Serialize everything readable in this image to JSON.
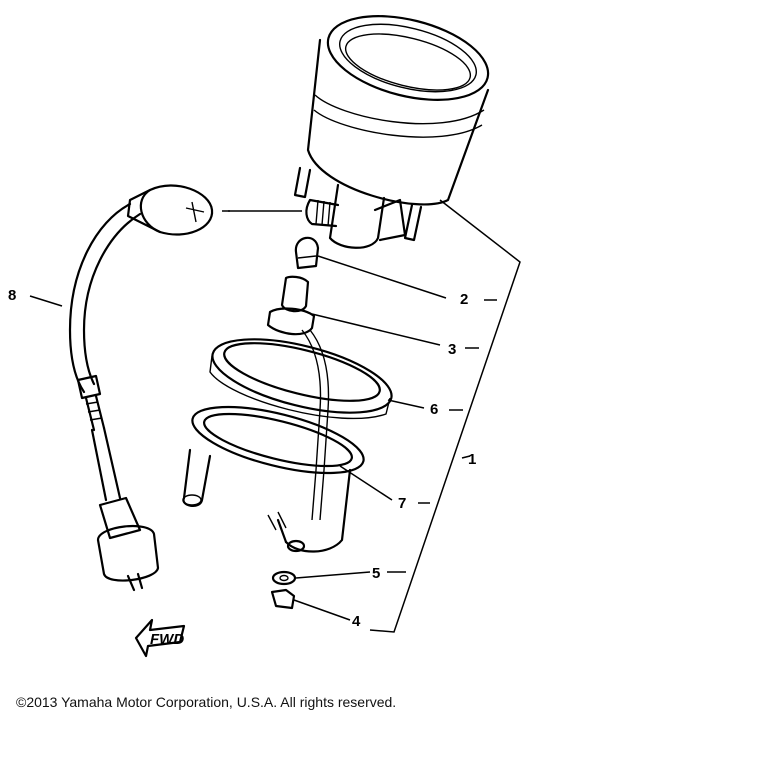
{
  "parts": {
    "p1": "1",
    "p2": "2",
    "p3": "3",
    "p4": "4",
    "p5": "5",
    "p6": "6",
    "p7": "7",
    "p8": "8"
  },
  "fwd_label": "FWD",
  "copyright": "©2013 Yamaha Motor Corporation, U.S.A. All rights reserved."
}
